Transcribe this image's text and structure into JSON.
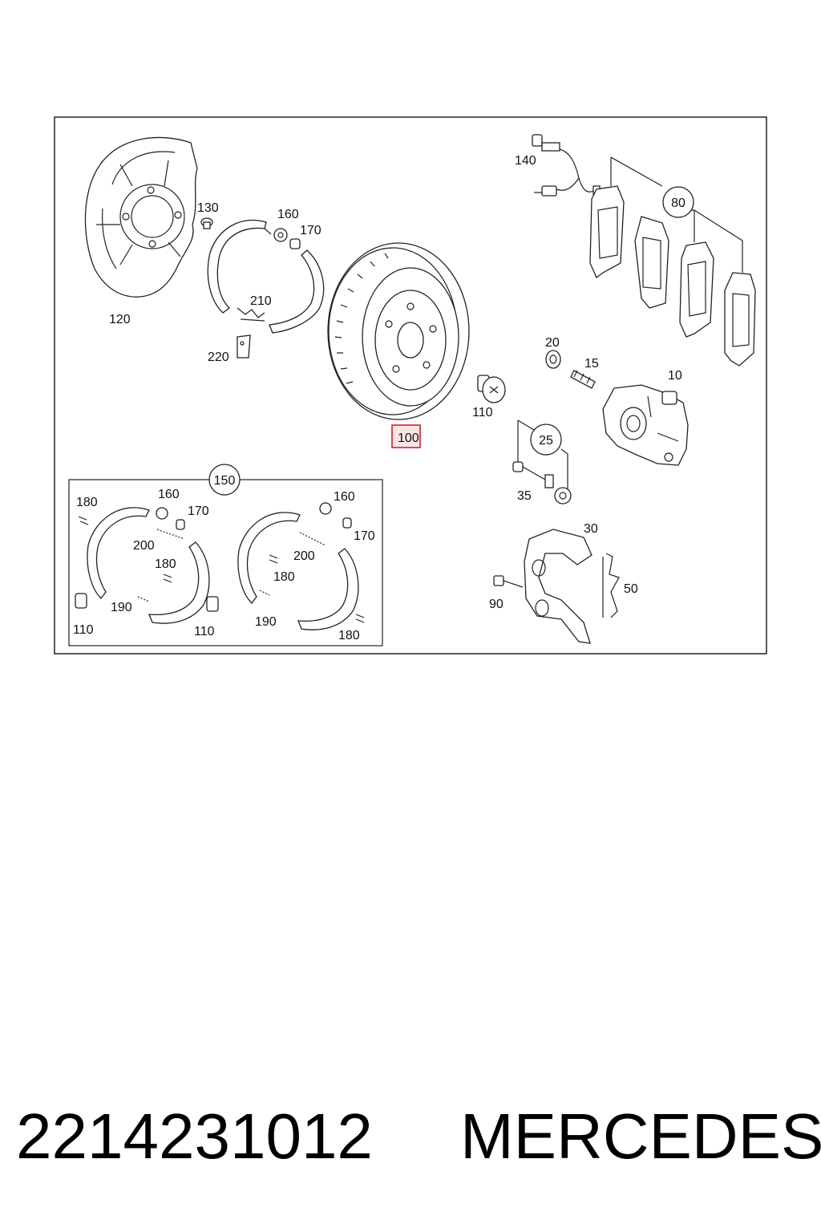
{
  "diagram": {
    "highlight_color": "#d0202a",
    "callouts": {
      "c10": "10",
      "c15": "15",
      "c20": "20",
      "c25": "25",
      "c30": "30",
      "c35": "35",
      "c50": "50",
      "c80": "80",
      "c90": "90",
      "c100": "100",
      "c110a": "110",
      "c120": "120",
      "c130": "130",
      "c140": "140",
      "c150": "150",
      "c160a": "160",
      "c170a": "170",
      "c210": "210",
      "c220": "220",
      "k180a": "180",
      "k160b": "160",
      "k170b": "170",
      "k200a": "200",
      "k180b": "180",
      "k110b": "110",
      "k190a": "190",
      "k110c": "110",
      "k160c": "160",
      "k170c": "170",
      "k200b": "200",
      "k180c": "180",
      "k190b": "190",
      "k180d": "180"
    }
  },
  "footer": {
    "part_number": "2214231012",
    "brand": "MERCEDES"
  }
}
